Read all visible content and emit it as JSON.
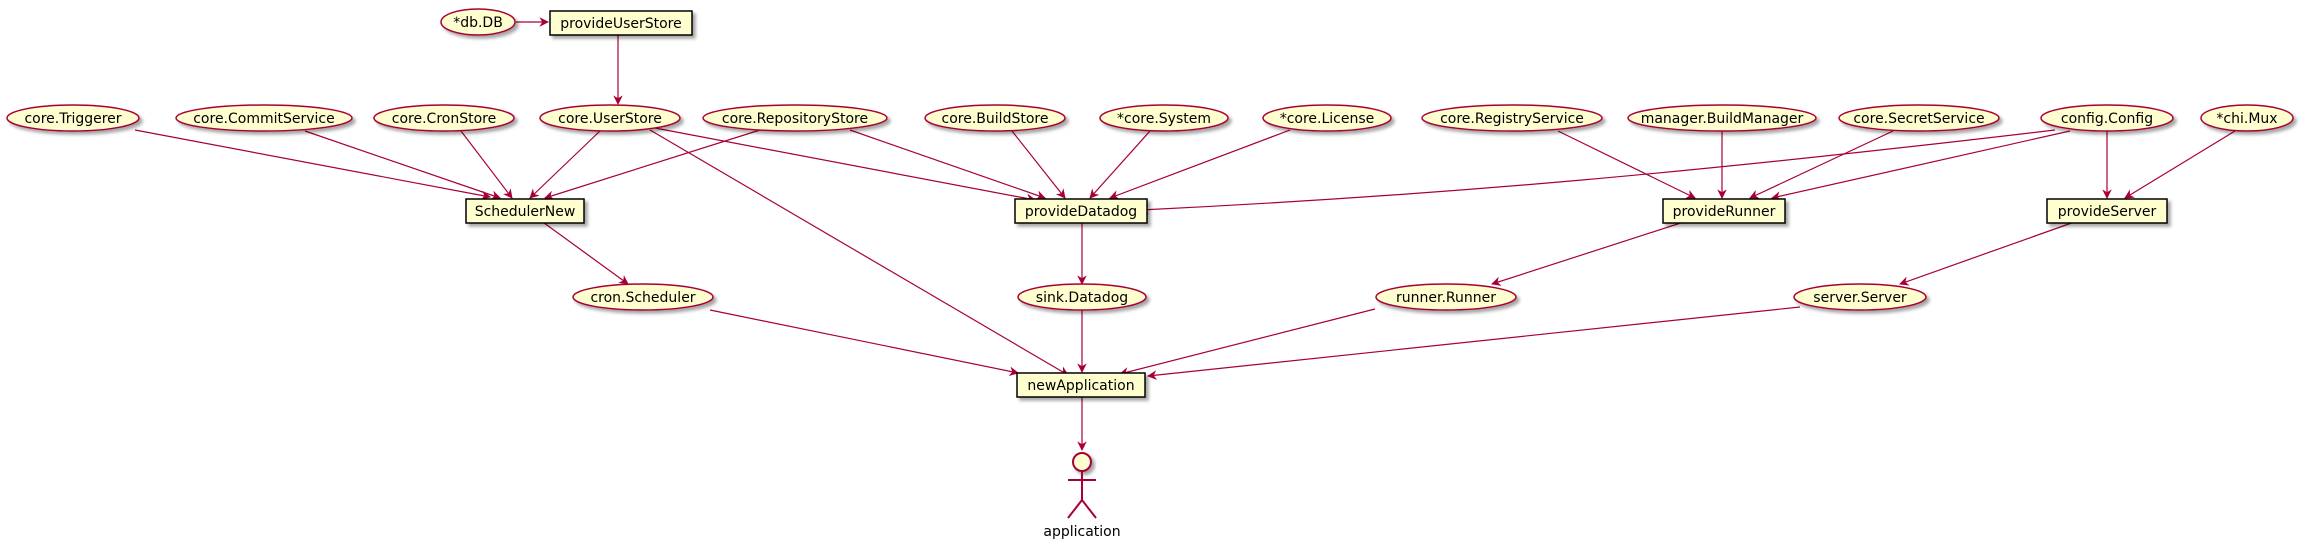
{
  "nodes": {
    "db_db": "*db.DB",
    "provide_user_store": "provideUserStore",
    "core_triggerer": "core.Triggerer",
    "core_commit_service": "core.CommitService",
    "core_cron_store": "core.CronStore",
    "core_user_store": "core.UserStore",
    "core_repository_store": "core.RepositoryStore",
    "core_build_store": "core.BuildStore",
    "core_system": "*core.System",
    "core_license": "*core.License",
    "core_registry_service": "core.RegistryService",
    "manager_build_manager": "manager.BuildManager",
    "core_secret_service": "core.SecretService",
    "config_config": "config.Config",
    "chi_mux": "*chi.Mux",
    "scheduler_new": "SchedulerNew",
    "provide_datadog": "provideDatadog",
    "provide_runner": "provideRunner",
    "provide_server": "provideServer",
    "cron_scheduler": "cron.Scheduler",
    "sink_datadog": "sink.Datadog",
    "runner_runner": "runner.Runner",
    "server_server": "server.Server",
    "new_application": "newApplication",
    "application": "application"
  },
  "colors": {
    "node_fill": "#FEFECE",
    "arrow": "#A80036",
    "ellipse_border": "#A80036",
    "rect_border": "#000000",
    "text": "#000000"
  }
}
